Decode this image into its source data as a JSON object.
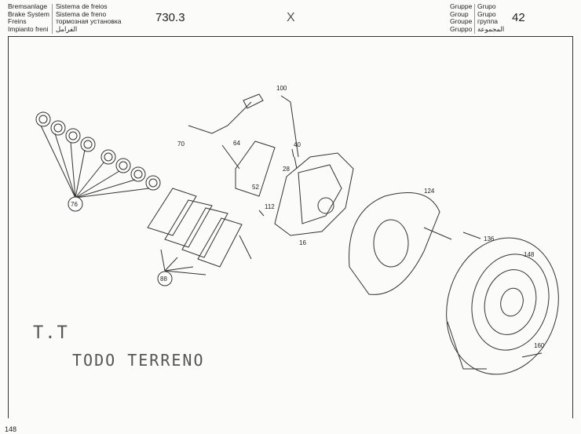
{
  "header": {
    "left_col1": [
      "Bremsanlage",
      "Brake System",
      "Freins",
      "Impianto freni"
    ],
    "left_col2": [
      "Sistema de freios",
      "Sistema de freno",
      "тормозная установка",
      "الفرامل"
    ],
    "section_number": "730.3",
    "mark": "X",
    "right_col1": [
      "Gruppe",
      "Group",
      "Groupe",
      "Gruppo"
    ],
    "right_col2": [
      "Grupo",
      "Grupo",
      "группа",
      "المجموعة"
    ],
    "group_number": "42"
  },
  "callouts": {
    "c100": "100",
    "c70": "70",
    "c64": "64",
    "c40": "40",
    "c28": "28",
    "c52": "52",
    "c112": "112",
    "c16": "16",
    "c124": "124",
    "c136": "136",
    "c148": "148",
    "c160": "160",
    "c76": "76",
    "c88": "88"
  },
  "handwriting": {
    "line1": "T.T",
    "line2": "TODO TERRENO"
  },
  "footer": {
    "page": "148"
  }
}
